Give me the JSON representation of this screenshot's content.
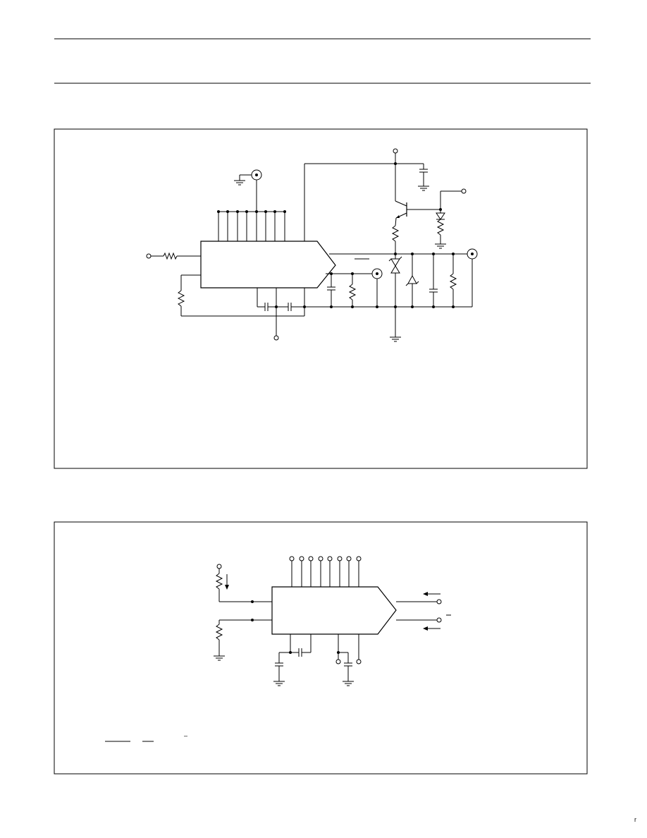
{
  "document": {
    "page_mark": "r",
    "formula_fragment_bar": "–"
  },
  "figures": [
    {
      "id": "application-circuit-1"
    },
    {
      "id": "application-circuit-2"
    }
  ]
}
